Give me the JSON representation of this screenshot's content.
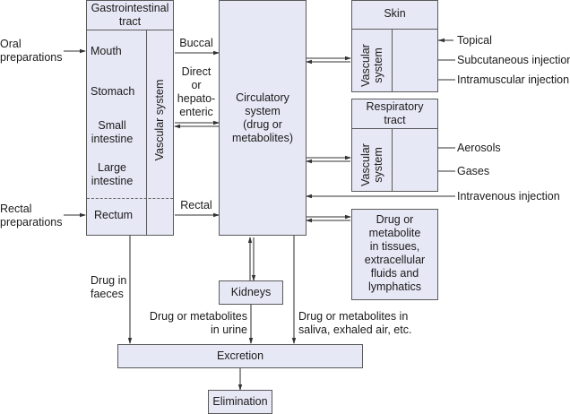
{
  "colors": {
    "box_fill": "#e7e8f5",
    "line": "#5a5a5a",
    "text": "#1a1a1a"
  },
  "inputs": {
    "oral": "Oral\npreparations",
    "rectal": "Rectal\npreparations",
    "topical": "Topical",
    "subcutaneous": "Subcutaneous injection",
    "intramuscular": "Intramuscular injection",
    "aerosols": "Aerosols",
    "gases": "Gases",
    "intravenous": "Intravenous injection"
  },
  "gi_tract": {
    "title": "Gastrointestinal\ntract",
    "vascular": "Vascular system",
    "organs": [
      "Mouth",
      "Stomach",
      "Small\nintestine",
      "Large\nintestine",
      "Rectum"
    ]
  },
  "routes": {
    "buccal": "Buccal",
    "direct": "Direct\nor\nhepato-\nenteric",
    "rectal": "Rectal"
  },
  "circulatory": {
    "label": "Circulatory\nsystem\n(drug or\nmetabolites)"
  },
  "skin": {
    "title": "Skin",
    "vascular": "Vascular\nsystem"
  },
  "respiratory": {
    "title": "Respiratory\ntract",
    "vascular": "Vascular\nsystem"
  },
  "tissues": {
    "label": "Drug or\nmetabolite\nin tissues,\nextracellular\nfluids and\nlymphatics"
  },
  "kidneys": {
    "label": "Kidneys"
  },
  "excretion_paths": {
    "faeces": "Drug in\nfaeces",
    "urine": "Drug or metabolites\nin urine",
    "saliva": "Drug or metabolites in\nsaliva, exhaled air, etc."
  },
  "excretion": {
    "label": "Excretion"
  },
  "elimination": {
    "label": "Elimination"
  }
}
